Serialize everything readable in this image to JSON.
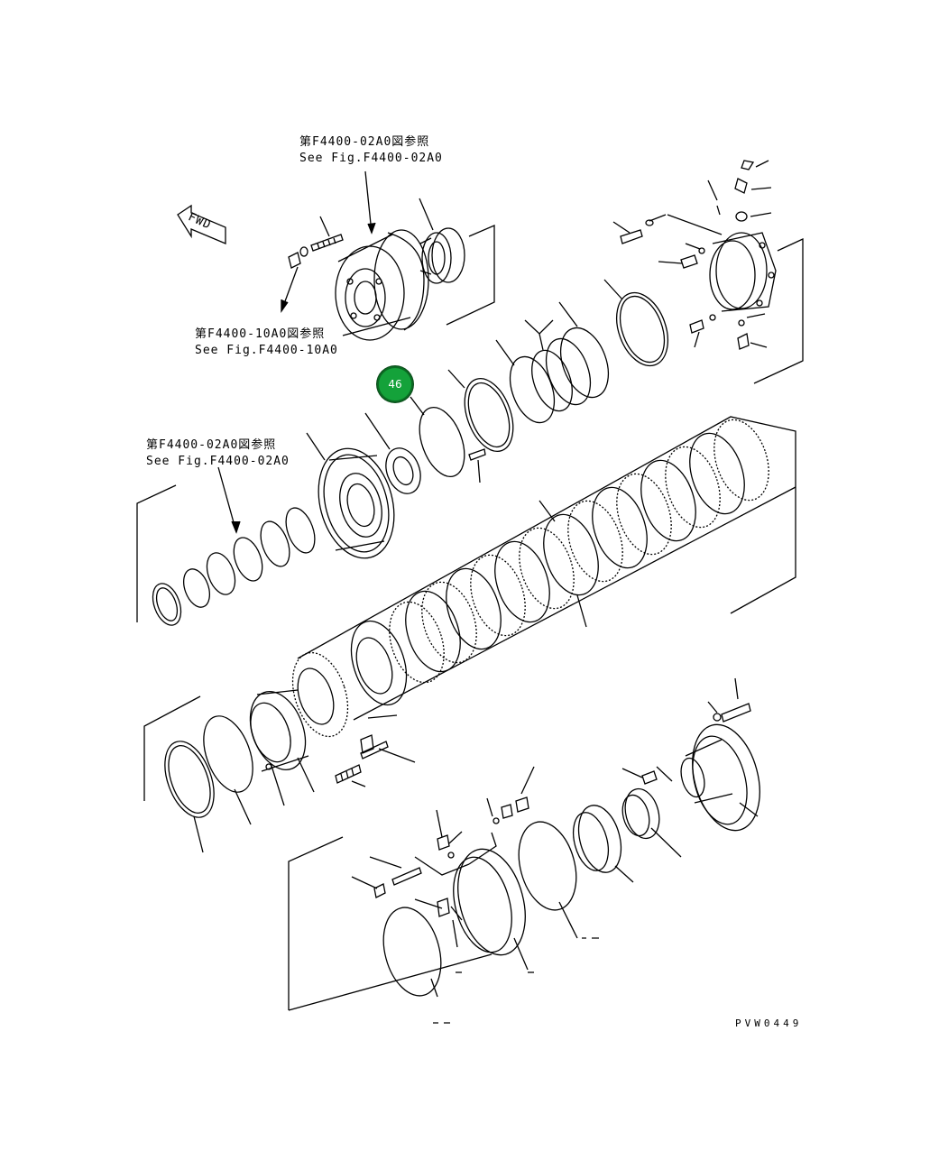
{
  "labels": {
    "top_ref_jp": "第F4400-02A0図参照",
    "top_ref_en": "See Fig.F4400-02A0",
    "mid_ref_jp": "第F4400-10A0図参照",
    "mid_ref_en": "See Fig.F4400-10A0",
    "left_ref_jp": "第F4400-02A0図参照",
    "left_ref_en": "See Fig.F4400-02A0",
    "fwd": "FWD",
    "drawing_no": "PVW0449"
  },
  "callouts": [
    {
      "id": "46",
      "label": "46",
      "color": "#14a23a"
    }
  ]
}
